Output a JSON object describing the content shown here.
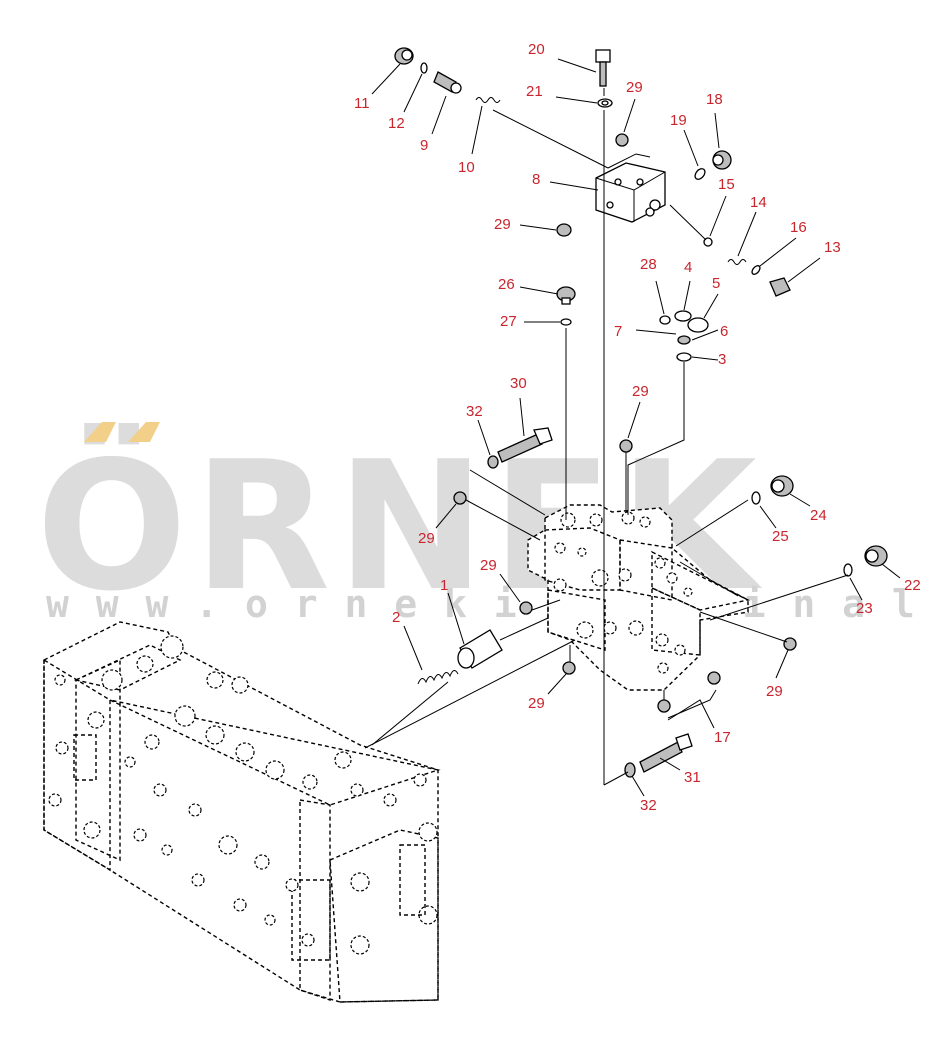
{
  "watermark": {
    "brand": "ÖRNEK",
    "url": "w w w . o r n e k i s m a k i n a l a r . c o m . t r",
    "brand_color": "#dcdcdc",
    "accent_color": "#f2d08a"
  },
  "label_color": "#c8262e",
  "callouts": [
    "20",
    "21",
    "29",
    "11",
    "12",
    "9",
    "10",
    "18",
    "19",
    "8",
    "15",
    "14",
    "16",
    "13",
    "29",
    "28",
    "4",
    "5",
    "7",
    "6",
    "3",
    "26",
    "27",
    "30",
    "32",
    "29",
    "29",
    "24",
    "25",
    "29",
    "22",
    "23",
    "1",
    "2",
    "29",
    "29",
    "17",
    "31",
    "32"
  ]
}
